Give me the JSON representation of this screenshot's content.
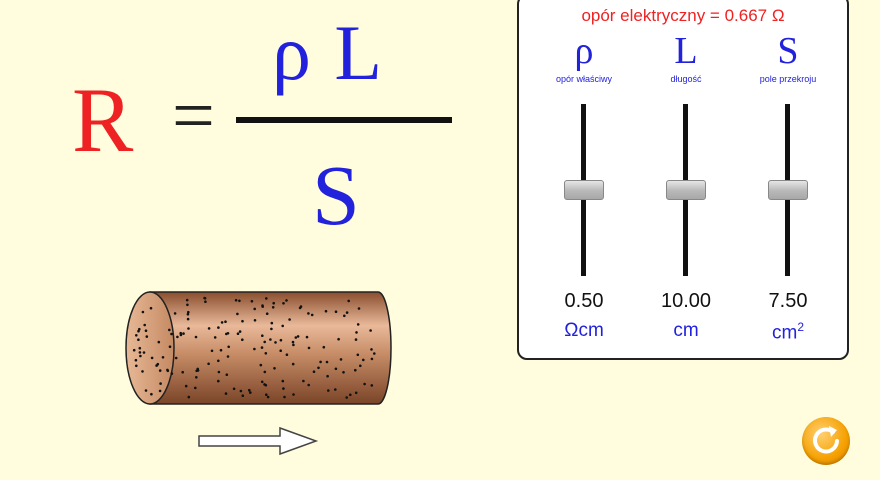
{
  "formula": {
    "R": "R",
    "equals": "=",
    "numerator": "ρ L",
    "denominator": "S"
  },
  "panel": {
    "resistance_text": "opór elektryczny = 0.667 Ω",
    "sliders": [
      {
        "symbol": "ρ",
        "label": "opór właściwy",
        "value": "0.50",
        "unit": "Ωcm"
      },
      {
        "symbol": "L",
        "label": "długość",
        "value": "10.00",
        "unit": "cm"
      },
      {
        "symbol": "S",
        "label": "pole przekroju",
        "value": "7.50",
        "unit": "cm",
        "unit_sup": "2"
      }
    ]
  },
  "colors": {
    "background": "#FFFDDE",
    "red": "#EE2222",
    "blue": "#2222DD",
    "orange": "#F5A000"
  },
  "icons": {
    "reset": "refresh-icon",
    "current": "arrow-right-icon"
  }
}
